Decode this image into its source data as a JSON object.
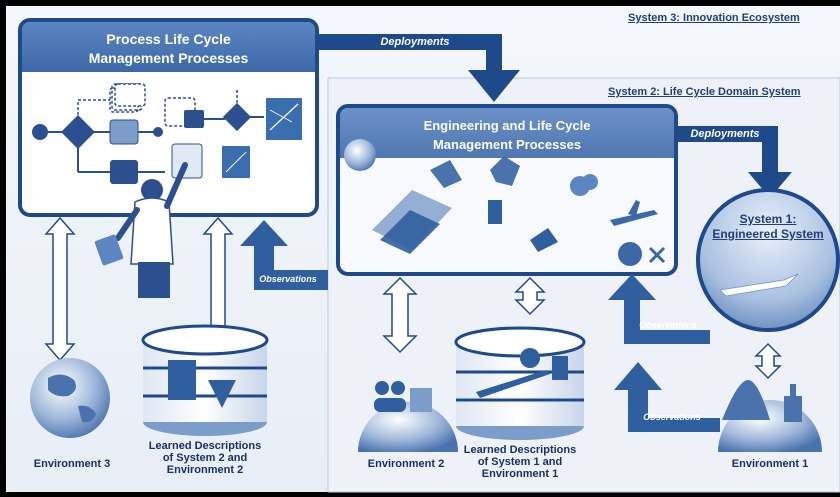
{
  "system3": {
    "title": "System 3: Innovation Ecosystem"
  },
  "system2": {
    "title": "System 2: Life Cycle Domain System"
  },
  "system1": {
    "title_line1": "System 1:",
    "title_line2": "Engineered System"
  },
  "process_box": {
    "title_line1": "Process Life Cycle",
    "title_line2": "Management Processes"
  },
  "engineering_box": {
    "title_line1": "Engineering and Life Cycle",
    "title_line2": "Management Processes"
  },
  "arrows": {
    "deployments_top": "Deployments",
    "deployments_right": "Deployments",
    "observations_left": "Observations",
    "observations_right_upper": "Observations",
    "observations_right_lower": "Observations"
  },
  "databases": {
    "left_line1": "Learned Descriptions",
    "left_line2": "of System 2 and",
    "left_line3": "Environment 2",
    "right_line1": "Learned Descriptions",
    "right_line2": "of System 1 and",
    "right_line3": "Environment 1"
  },
  "environments": {
    "env3": "Environment 3",
    "env2": "Environment 2",
    "env1": "Environment 1"
  },
  "colors": {
    "dark_blue": "#1e4a8c",
    "mid_blue": "#2f5f9e",
    "light_blue": "#7c9cc9",
    "header": "#1f3f7a"
  }
}
